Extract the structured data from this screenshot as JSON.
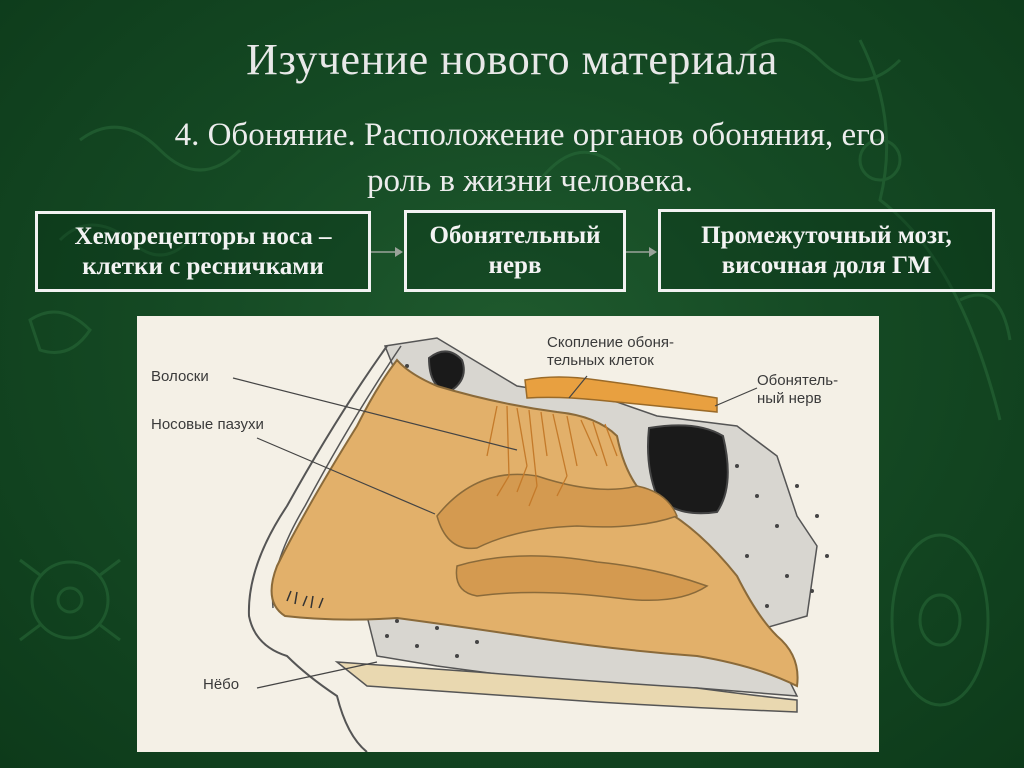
{
  "slide": {
    "title": "Изучение нового материала",
    "subtitle_line1": "4. Обоняние. Расположение органов обоняния, его",
    "subtitle_line2": "роль в жизни человека."
  },
  "flow": [
    {
      "line1": "Хеморецепторы носа –",
      "line2": "клетки с ресничками"
    },
    {
      "line1": "Обонятельный",
      "line2": "нерв"
    },
    {
      "line1": "Промежуточный мозг,",
      "line2": "височная доля ГМ"
    }
  ],
  "figure": {
    "labels": {
      "hairs": "Волоски",
      "sinuses": "Носовые пазухи",
      "cells_line1": "Скопление обоня-",
      "cells_line2": "тельных клеток",
      "nerve_line1": "Обонятель-",
      "nerve_line2": "ный нерв",
      "palate": "Нёбо"
    }
  },
  "colors": {
    "background": "#154a24",
    "text": "#ececec",
    "box_border": "#f2f2f2",
    "tissue": "#e2b06a",
    "nerve": "#e8a040",
    "bone": "#c9c9c9"
  }
}
